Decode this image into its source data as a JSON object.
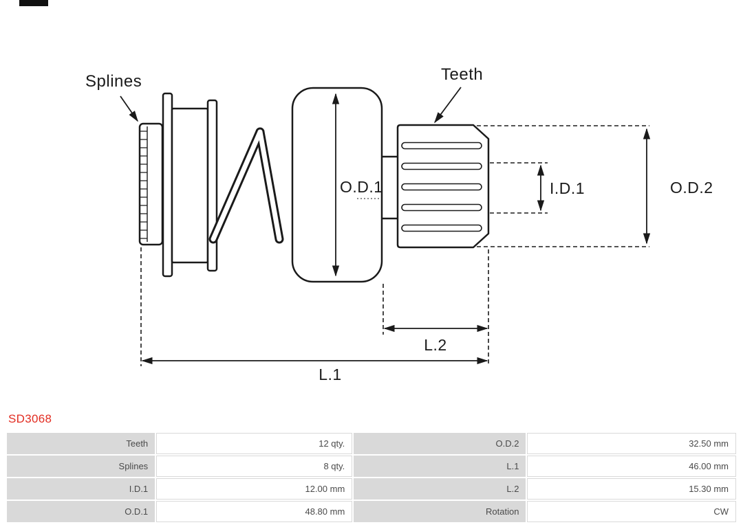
{
  "page": {
    "background": "#ffffff",
    "accent_red": "#e22c21",
    "line_color": "#1a1a1a",
    "table_label_bg": "#d9d9d9"
  },
  "part": {
    "code": "SD3068"
  },
  "diagram": {
    "labels": {
      "splines": "Splines",
      "teeth": "Teeth",
      "od1": "O.D.1",
      "id1": "I.D.1",
      "od2": "O.D.2",
      "l1": "L.1",
      "l2": "L.2"
    }
  },
  "specs": {
    "rows": [
      {
        "label1": "Teeth",
        "value1": "12 qty.",
        "label2": "O.D.2",
        "value2": "32.50 mm"
      },
      {
        "label1": "Splines",
        "value1": "8 qty.",
        "label2": "L.1",
        "value2": "46.00 mm"
      },
      {
        "label1": "I.D.1",
        "value1": "12.00 mm",
        "label2": "L.2",
        "value2": "15.30 mm"
      },
      {
        "label1": "O.D.1",
        "value1": "48.80 mm",
        "label2": "Rotation",
        "value2": "CW"
      }
    ]
  }
}
